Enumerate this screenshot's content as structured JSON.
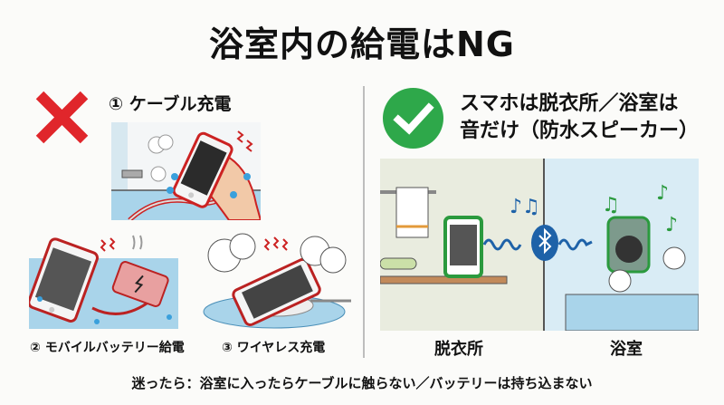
{
  "title": "浴室内の給電はNG",
  "ng_section": {
    "icon": "cross-mark-icon",
    "color": "#e0262b",
    "items": [
      {
        "label": "① ケーブル充電",
        "icon": "cable-charging-illustration"
      },
      {
        "label": "② モバイルバッテリー給電",
        "icon": "mobile-battery-illustration"
      },
      {
        "label": "③ ワイヤレス充電",
        "icon": "wireless-charging-illustration"
      }
    ]
  },
  "ok_section": {
    "icon": "check-mark-icon",
    "color": "#2ea84a",
    "headline_line1": "スマホは脱衣所／浴室は",
    "headline_line2": "音だけ（防水スピーカー）",
    "scene_left_caption": "脱衣所",
    "scene_right_caption": "浴室",
    "bluetooth_icon": "bluetooth-icon"
  },
  "footer": "迷ったら：浴室に入ったらケーブルに触らない／バッテリーは持ち込まない"
}
